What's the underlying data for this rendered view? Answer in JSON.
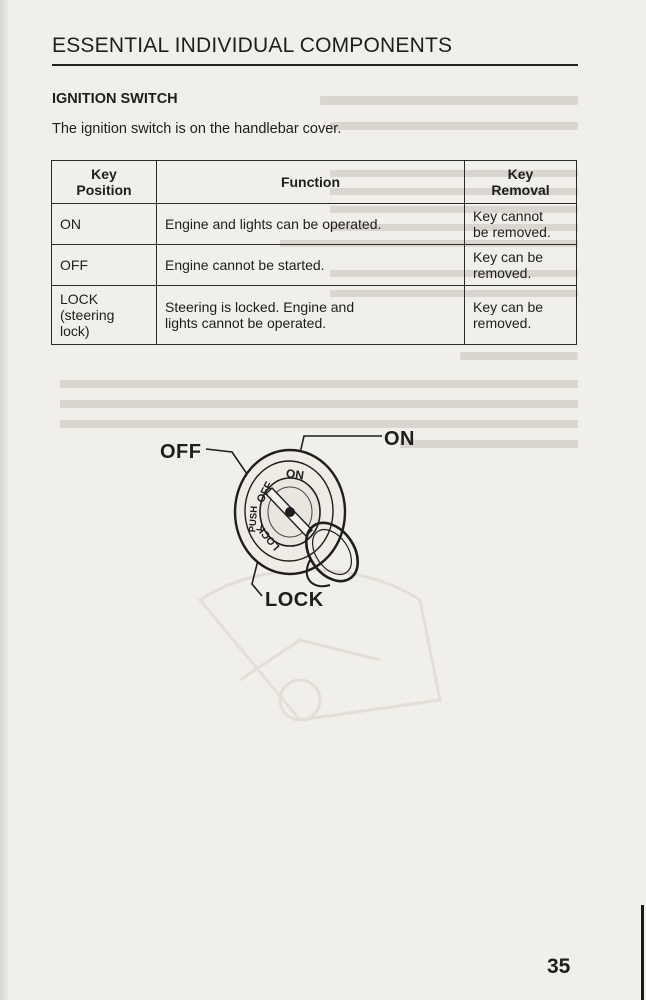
{
  "section_title": "ESSENTIAL INDIVIDUAL COMPONENTS",
  "subheading": "IGNITION SWITCH",
  "intro_text": "The ignition switch is on the handlebar cover.",
  "table": {
    "headers": {
      "position_line1": "Key",
      "position_line2": "Position",
      "function": "Function",
      "removal_line1": "Key",
      "removal_line2": "Removal"
    },
    "rows": [
      {
        "position_lines": [
          "ON"
        ],
        "function_lines": [
          "Engine and lights can be operated."
        ],
        "removal_lines": [
          "Key cannot",
          "be removed."
        ]
      },
      {
        "position_lines": [
          "OFF"
        ],
        "function_lines": [
          "Engine cannot be started."
        ],
        "removal_lines": [
          "Key can be",
          "removed."
        ]
      },
      {
        "position_lines": [
          "LOCK",
          "(steering",
          "lock)"
        ],
        "function_lines": [
          "Steering is locked. Engine and",
          "lights cannot be operated."
        ],
        "removal_lines": [
          "Key can be",
          "removed."
        ]
      }
    ]
  },
  "diagram": {
    "callout_off": "OFF",
    "callout_on": "ON",
    "callout_lock": "LOCK",
    "dial_on": "ON",
    "dial_off": "OFF",
    "dial_push": "PUSH",
    "dial_lock": "LOCK"
  },
  "page_number": "35"
}
